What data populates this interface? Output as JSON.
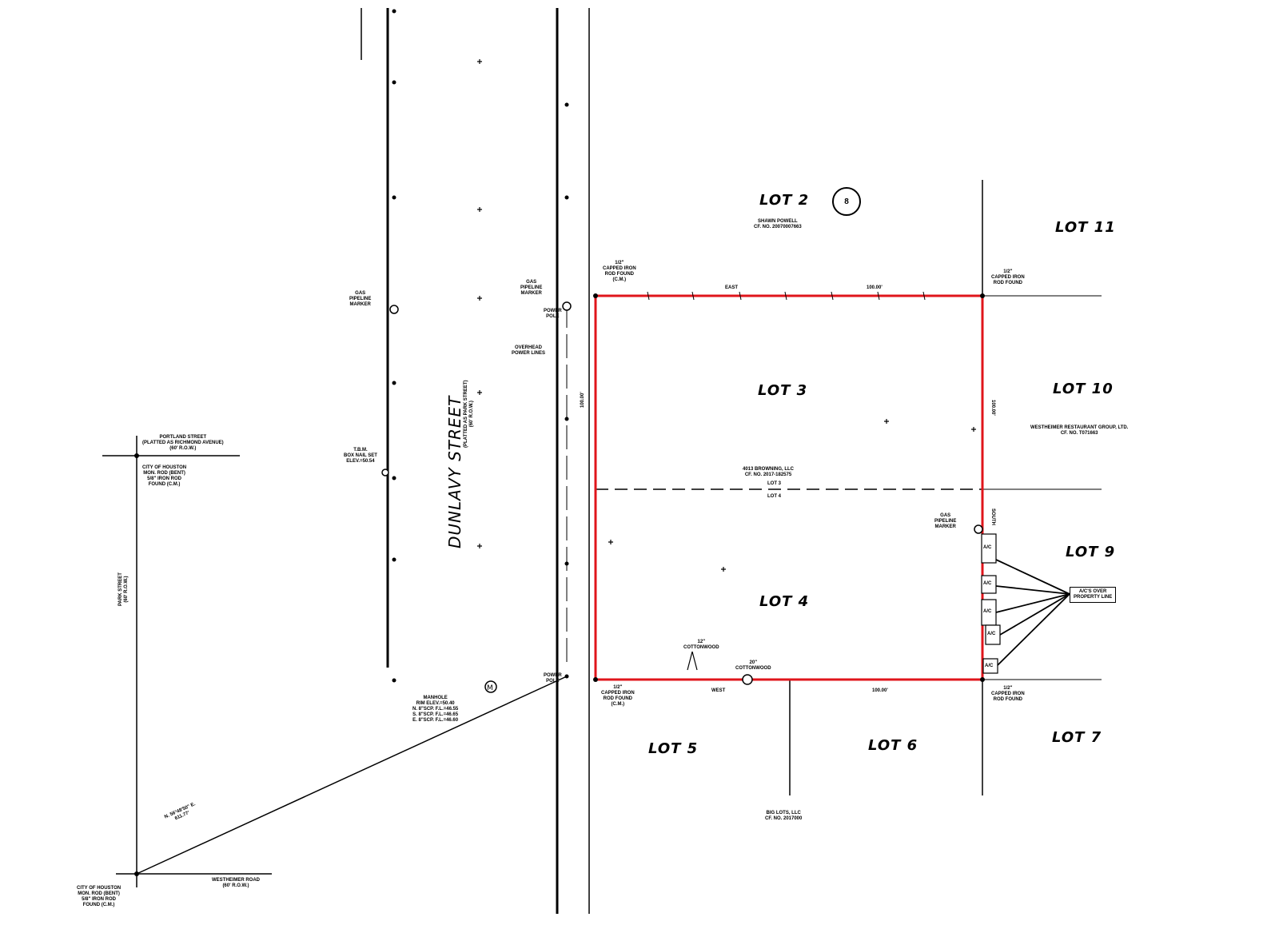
{
  "lots": {
    "lot2": "LOT 2",
    "lot3": "LOT 3",
    "lot4": "LOT 4",
    "lot5": "LOT 5",
    "lot6": "LOT 6",
    "lot7": "LOT 7",
    "lot9": "LOT 9",
    "lot10": "LOT 10",
    "lot11": "LOT 11"
  },
  "street": {
    "name": "DUNLAVY STREET"
  },
  "block_number": "8",
  "boundary": {
    "north_bearing": "EAST",
    "south_bearing": "WEST",
    "east_bearing": "SOUTH",
    "north_distance": "100.00'",
    "south_distance": "100.00'",
    "west_distance_top": "100.00'",
    "east_distance": "100.00'",
    "interior_lot_line_top": "LOT 3",
    "interior_lot_line_bottom": "LOT 4"
  },
  "notes": {
    "owner_lot2": "SHAWN POWELL\nCF. NO. 20070007663",
    "owner_subject": "4013 BROWNING, LLC\nCF. NO. 2017-182575",
    "owner_lot10": "WESTHEIMER RESTAURANT GROUP, LTD.\nCF. NO. T071663",
    "owner_lot6": "BIG LOTS, LLC\nCF. NO. 2017000",
    "ac_callout": "A/C'S OVER\nPROPERTY LINE",
    "corner_nw": "1/2\"\nCAPPED IRON\nROD FOUND\n(C.M.)",
    "corner_ne": "1/2\"\nCAPPED IRON\nROD FOUND",
    "corner_sw": "1/2\"\nCAPPED IRON\nROD FOUND\n(C.M.)",
    "corner_se": "1/2\"\nCAPPED IRON\nROD FOUND",
    "cottonwood_1": "12\"\nCOTTONWOOD",
    "cottonwood_2": "20\"\nCOTTONWOOD",
    "manhole": "MANHOLE\nRIM ELEV.=50.40\nN. 8\"SCP. F.L.=46.55\nS. 8\"SCP. F.L.=46.65\nE. 8\"SCP. F.L.=46.60",
    "pipeline_marker_left": "GAS\nPIPELINE\nMARKER",
    "pipeline_marker_mid": "GAS\nPIPELINE\nMARKER",
    "pipeline_marker_right": "GAS\nPIPELINE\nMARKER",
    "power_pole_top": "POWER\nPOLE",
    "power_pole_bottom": "POWER\nPOLE",
    "overhead_power": "OVERHEAD\nPOWER LINES",
    "tbm": "T.B.M.\nBOX NAIL SET\nELEV.=50.54",
    "city_monument_top": "CITY OF HOUSTON\nMON. ROD (BENT)\n5/8\" IRON ROD\nFOUND (C.M.)",
    "city_monument_bottom": "CITY OF HOUSTON\nMON. ROD (BENT)\n5/8\" IRON ROD\nFOUND (C.M.)",
    "portland_street": "PORTLAND STREET\n(PLATTED AS RICHMOND AVENUE)\n(60' R.O.W.)",
    "westheimer_road": "WESTHEIMER ROAD\n(60' R.O.W.)",
    "park_street": "PARK STREET\n(60' R.O.W.)",
    "dunlavy_sub": "(PLATTED AS PARK STREET)\n(60' R.O.W.)",
    "tie_bearing": "N. 56°48'50\" E.\n611.77'",
    "ac_labels": [
      "A/C",
      "A/C",
      "A/C",
      "A/C",
      "A/C"
    ]
  }
}
